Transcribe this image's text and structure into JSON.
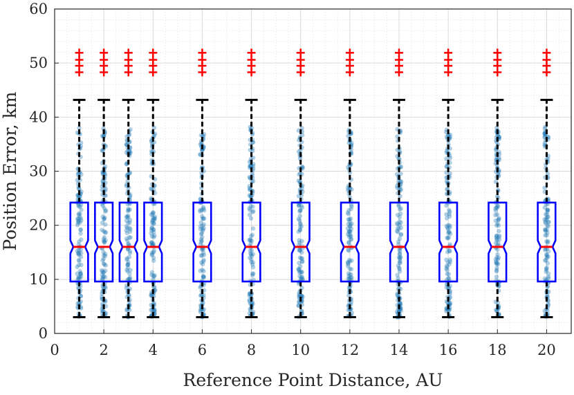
{
  "chart_data": {
    "type": "box",
    "title": "",
    "xlabel": "Reference Point Distance, AU",
    "ylabel": "Position Error, km",
    "xlim": [
      0,
      21
    ],
    "ylim": [
      0,
      60
    ],
    "xticks": [
      0,
      2,
      4,
      6,
      8,
      10,
      12,
      14,
      16,
      18,
      20
    ],
    "yticks": [
      0,
      10,
      20,
      30,
      40,
      50,
      60
    ],
    "grid": true,
    "minor_grid": true,
    "notched": true,
    "jitter_points_shown": true,
    "x": [
      1,
      2,
      3,
      4,
      6,
      8,
      10,
      12,
      14,
      16,
      18,
      20
    ],
    "boxes": {
      "whisker_low": 3.0,
      "q1": 9.6,
      "median": 16.0,
      "q3": 24.2,
      "whisker_high": 43.2,
      "notch_low": 14.8,
      "notch_high": 17.2,
      "outliers": [
        48.3,
        49.5,
        50.6,
        51.9
      ]
    },
    "colors": {
      "box": "#0000ff",
      "median": "#ff0000",
      "whisker": "#000000",
      "outlier": "#ff0000",
      "points": "#1f77b4",
      "grid": "#d9d9d9",
      "axes": "#262626"
    }
  }
}
